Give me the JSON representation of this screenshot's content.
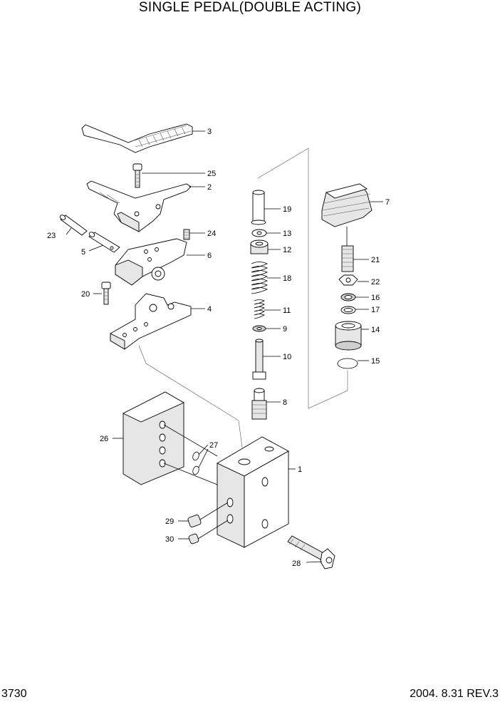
{
  "title": "SINGLE PEDAL(DOUBLE ACTING)",
  "page_number": "3730",
  "revision": "2004. 8.31 REV.3",
  "callouts": {
    "c1": "1",
    "c2": "2",
    "c3": "3",
    "c4": "4",
    "c5": "5",
    "c6": "6",
    "c7": "7",
    "c8": "8",
    "c9": "9",
    "c10": "10",
    "c11": "11",
    "c12": "12",
    "c13": "13",
    "c14": "14",
    "c15": "15",
    "c16": "16",
    "c17": "17",
    "c18": "18",
    "c19": "19",
    "c20": "20",
    "c21": "21",
    "c22": "22",
    "c23": "23",
    "c24": "24",
    "c25": "25",
    "c26": "26",
    "c27": "27",
    "c28": "28",
    "c29": "29",
    "c30": "30"
  }
}
